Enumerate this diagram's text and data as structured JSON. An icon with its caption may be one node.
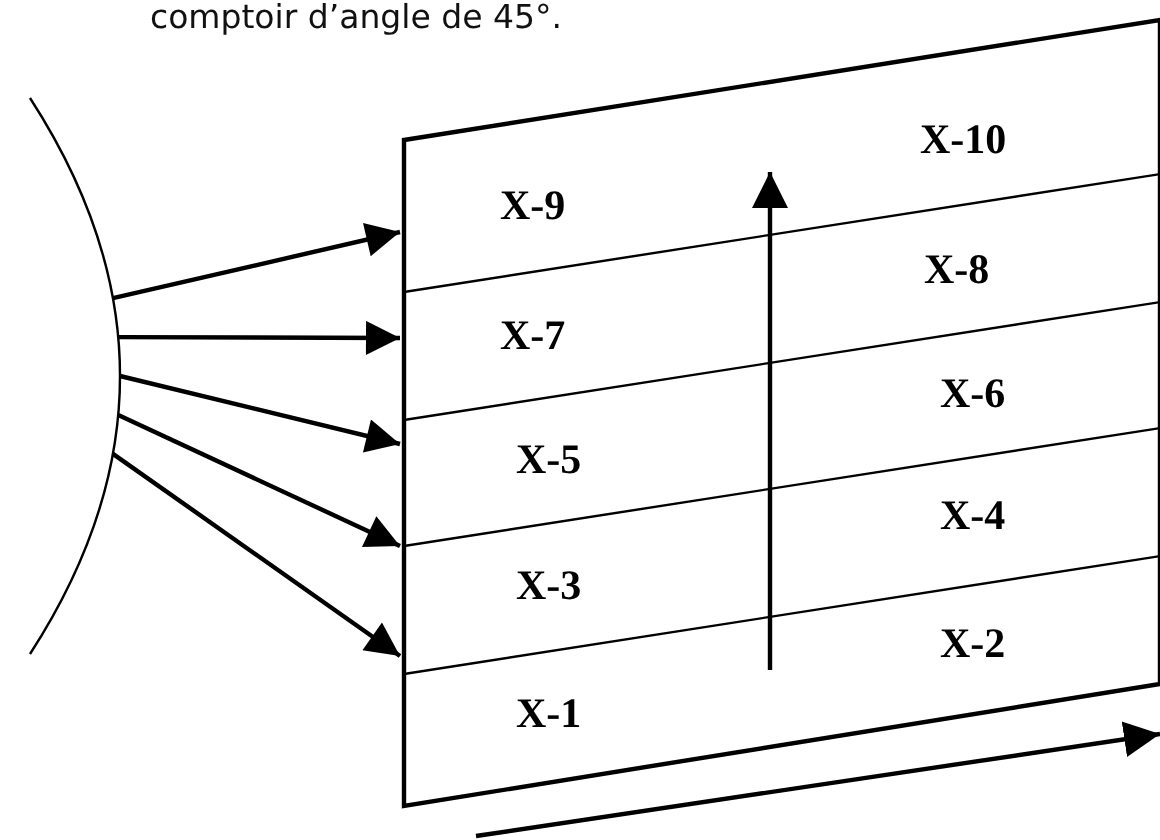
{
  "diagram": {
    "nodes": [
      {
        "text": [],
        "shape": "curve"
      },
      {
        "text": [],
        "shape": "box"
      }
    ],
    "edges": [
      {
        "from": 0,
        "to": 1,
        "arrow": "to"
      },
      {
        "from": 0,
        "to": 1,
        "arrow": "to"
      },
      {
        "from": 0,
        "to": 1,
        "arrow": "to"
      },
      {
        "from": 0,
        "to": 1,
        "arrow": "to"
      },
      {
        "from": 0,
        "to": 1,
        "arrow": "to"
      }
    ],
    "labels": [
      "comptoir d’angle de 45°.",
      "X-10",
      "X-9",
      "X-8",
      "X-7",
      "X-6",
      "X-5",
      "X-4",
      "X-3",
      "X-2",
      "X-1"
    ]
  }
}
